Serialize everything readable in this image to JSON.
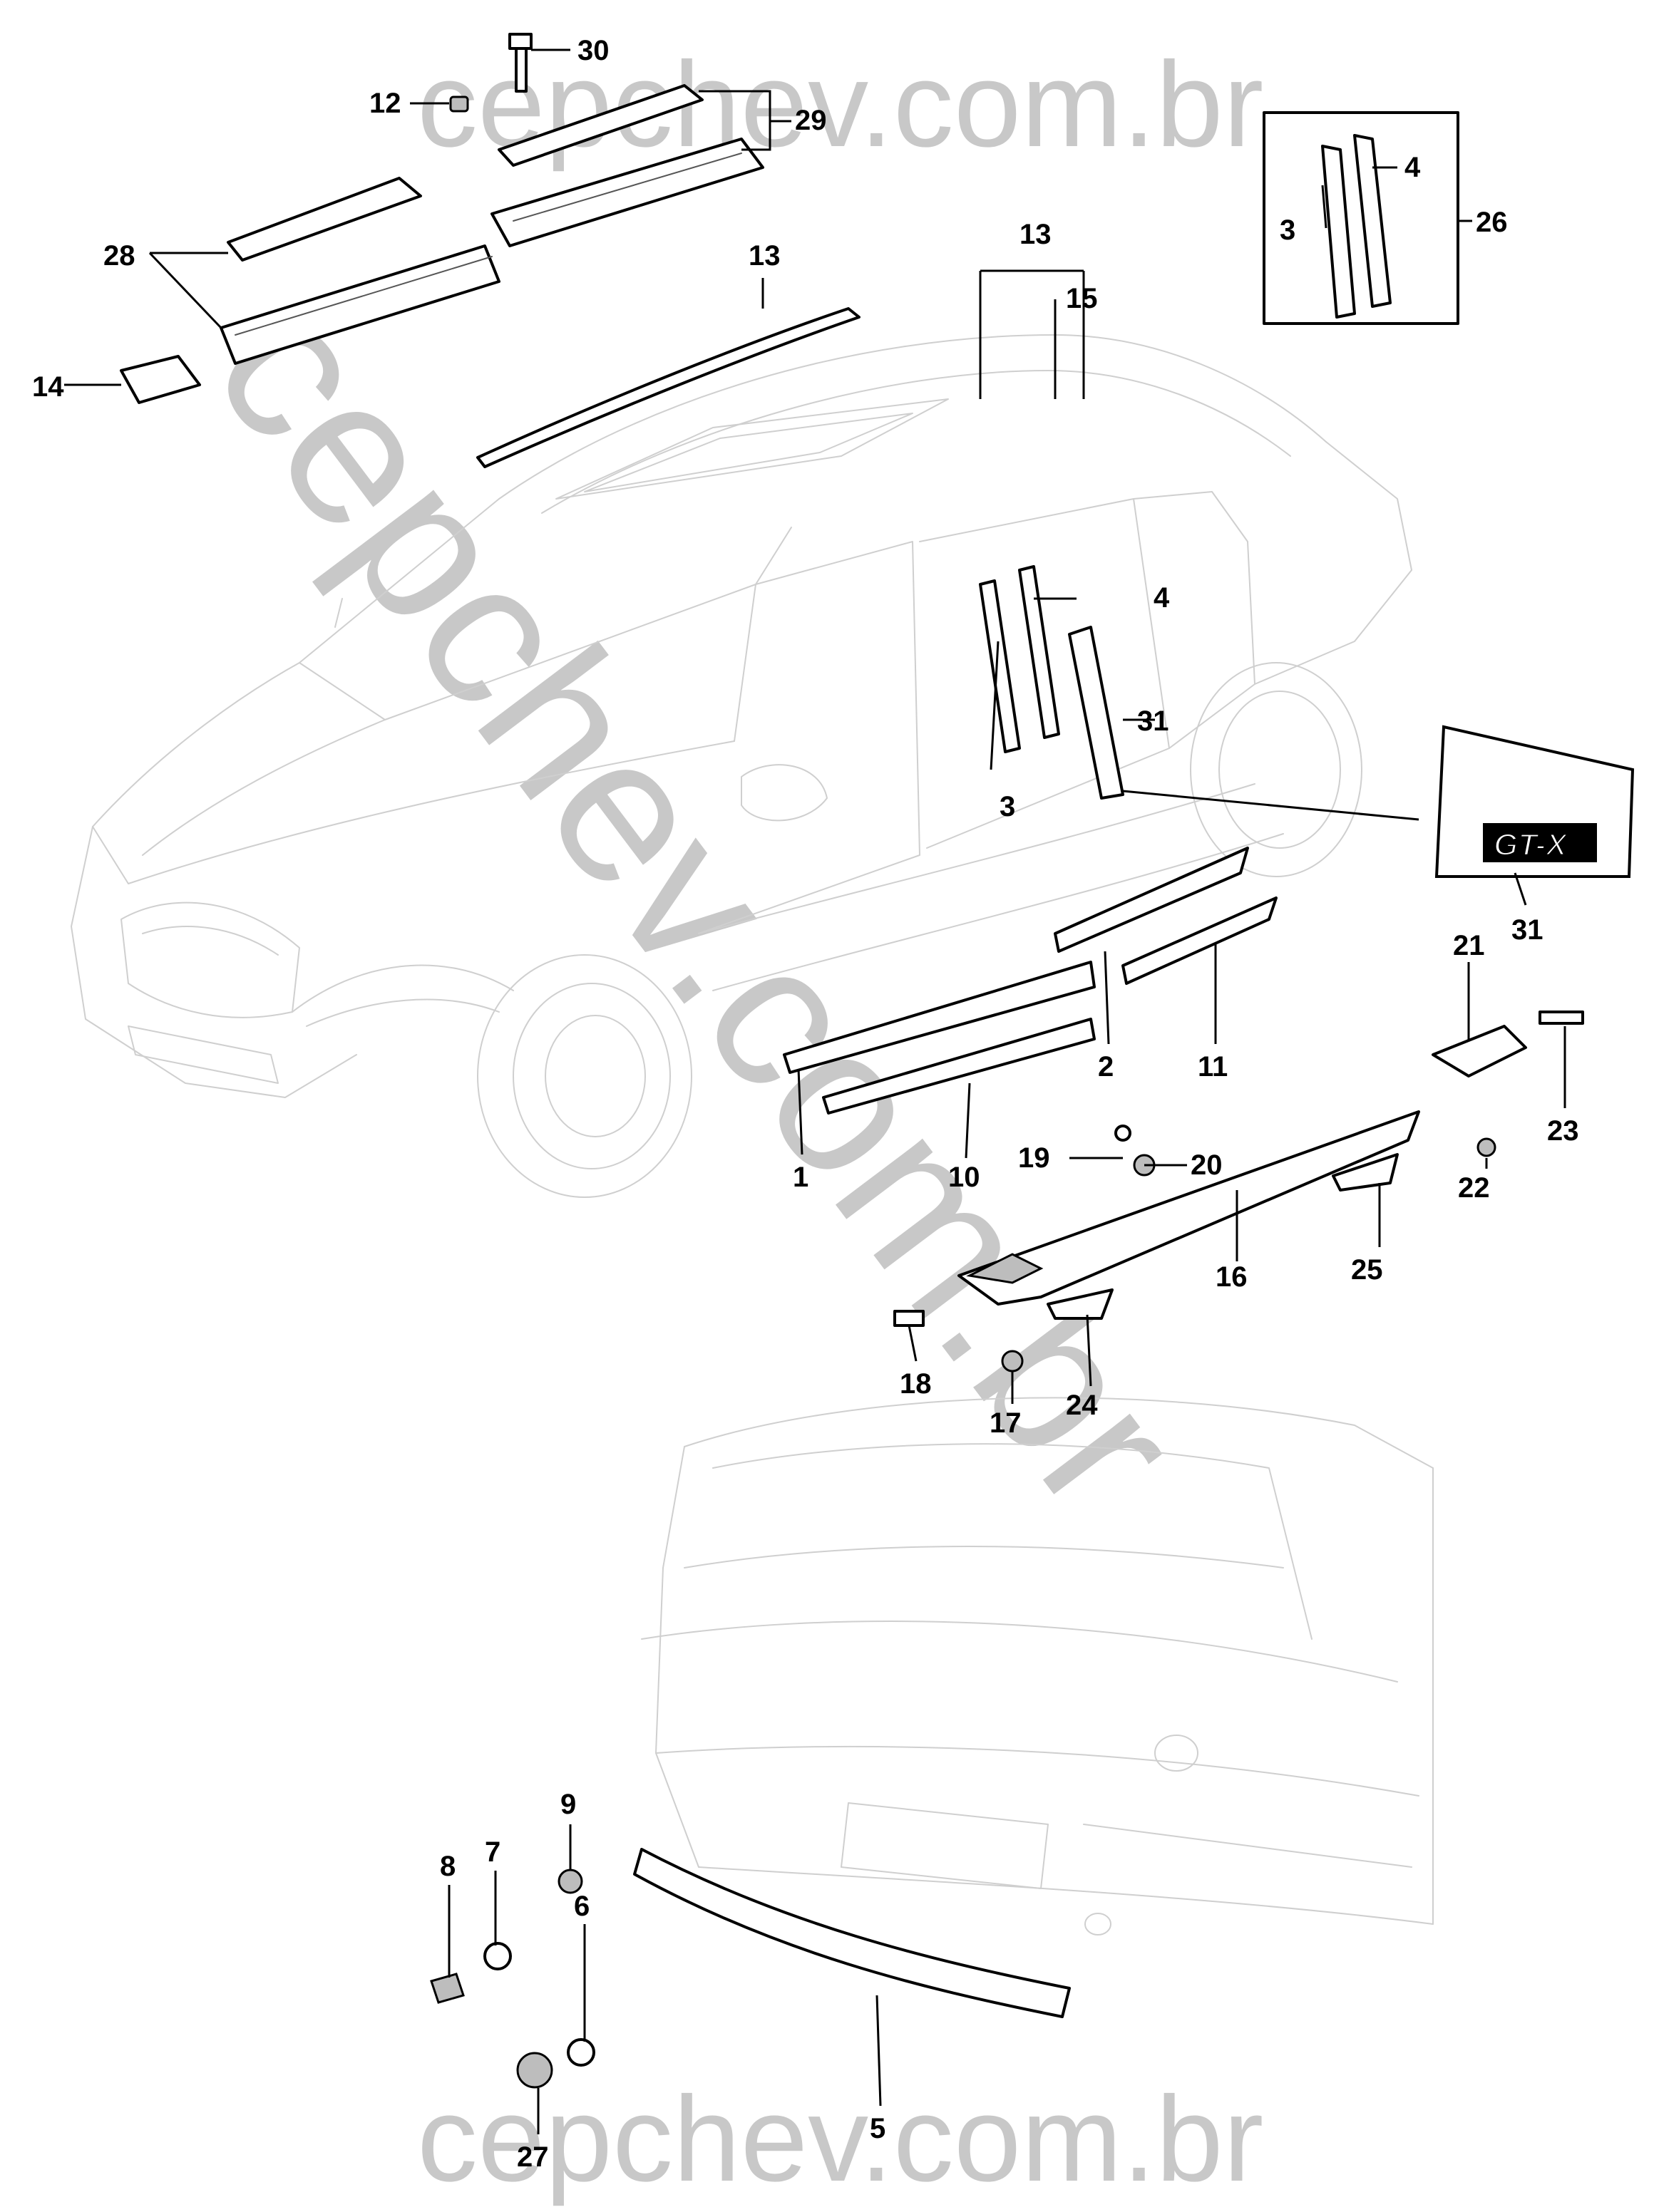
{
  "watermark": {
    "top": "cepchev.com.br",
    "bottom": "cepchev.com.br",
    "diagonal": "cepchev.com.br"
  },
  "emblem": {
    "text": "GT-X"
  },
  "callouts": [
    {
      "id": "c30",
      "label": "30"
    },
    {
      "id": "c12",
      "label": "12"
    },
    {
      "id": "c29",
      "label": "29"
    },
    {
      "id": "c28",
      "label": "28"
    },
    {
      "id": "c14",
      "label": "14"
    },
    {
      "id": "c13a",
      "label": "13"
    },
    {
      "id": "c13b",
      "label": "13"
    },
    {
      "id": "c15",
      "label": "15"
    },
    {
      "id": "c3a",
      "label": "3"
    },
    {
      "id": "c4a",
      "label": "4"
    },
    {
      "id": "c26",
      "label": "26"
    },
    {
      "id": "c4b",
      "label": "4"
    },
    {
      "id": "c31a",
      "label": "31"
    },
    {
      "id": "c3b",
      "label": "3"
    },
    {
      "id": "c31b",
      "label": "31"
    },
    {
      "id": "c21",
      "label": "21"
    },
    {
      "id": "c23",
      "label": "23"
    },
    {
      "id": "c22",
      "label": "22"
    },
    {
      "id": "c2",
      "label": "2"
    },
    {
      "id": "c11",
      "label": "11"
    },
    {
      "id": "c1",
      "label": "1"
    },
    {
      "id": "c10",
      "label": "10"
    },
    {
      "id": "c20",
      "label": "20"
    },
    {
      "id": "c19",
      "label": "19"
    },
    {
      "id": "c16",
      "label": "16"
    },
    {
      "id": "c25",
      "label": "25"
    },
    {
      "id": "c18",
      "label": "18"
    },
    {
      "id": "c17",
      "label": "17"
    },
    {
      "id": "c24",
      "label": "24"
    },
    {
      "id": "c9",
      "label": "9"
    },
    {
      "id": "c7",
      "label": "7"
    },
    {
      "id": "c8",
      "label": "8"
    },
    {
      "id": "c6",
      "label": "6"
    },
    {
      "id": "c5",
      "label": "5"
    },
    {
      "id": "c27",
      "label": "27"
    }
  ]
}
